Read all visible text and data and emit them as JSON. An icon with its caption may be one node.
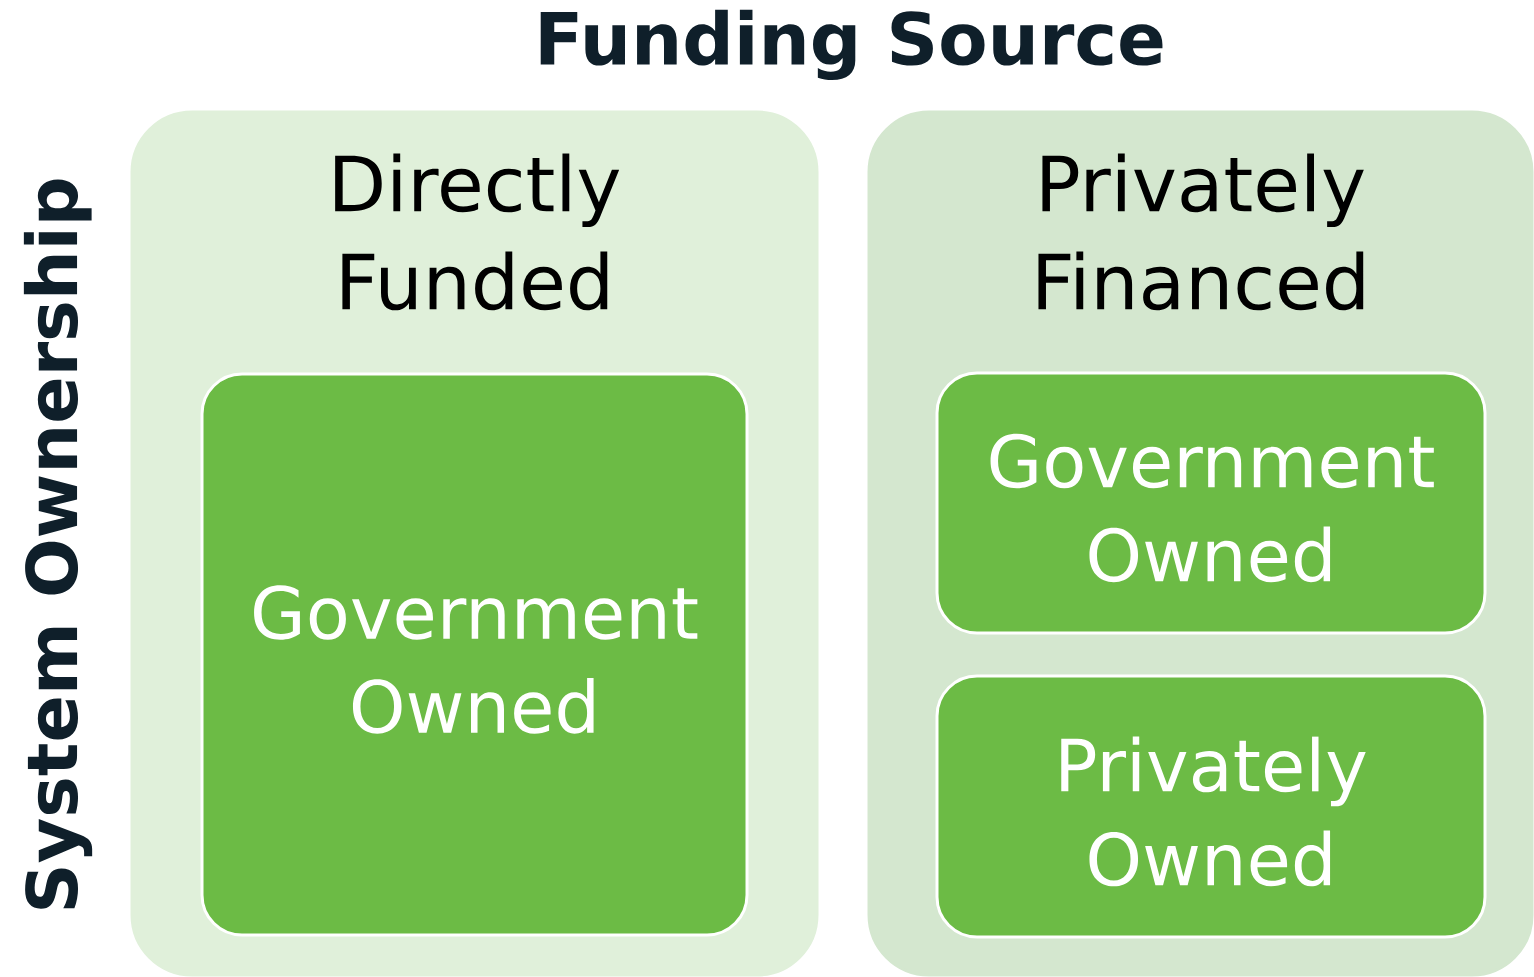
{
  "diagram": {
    "title": "Funding Source",
    "nodes": [
      {
        "text": [
          "Directly Funded"
        ]
      },
      {
        "text": [
          "Government Owned"
        ],
        "in": 0
      },
      {
        "text": [
          "Privately Financed"
        ]
      },
      {
        "text": [
          "Government Owned"
        ],
        "in": 2
      },
      {
        "text": [
          "Privately Owned"
        ],
        "in": 2
      }
    ],
    "labels": [
      "System Ownership"
    ]
  }
}
